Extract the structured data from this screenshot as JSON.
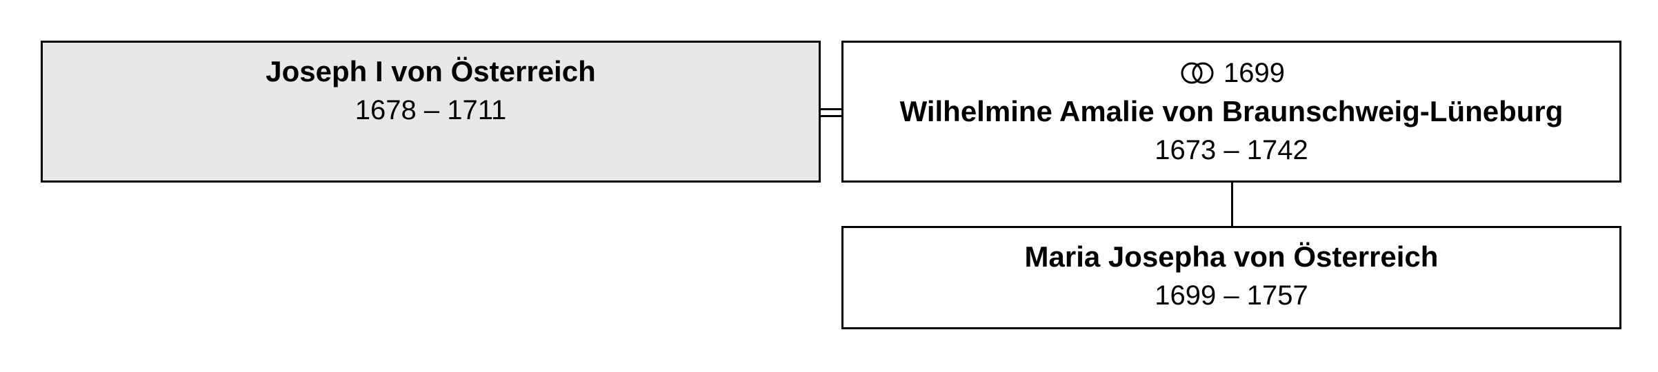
{
  "diagram": {
    "root": {
      "name": "Joseph I von Österreich",
      "dates": "1678 – 1711"
    },
    "spouse": {
      "marriage_icon": "wedding-rings-icon",
      "marriage_year": "1699",
      "name": "Wilhelmine Amalie von Braunschweig-Lüneburg",
      "dates": "1673 – 1742"
    },
    "child": {
      "name": "Maria Josepha von Österreich",
      "dates": "1699 – 1757"
    },
    "colors": {
      "root_fill": "#e8e8e8",
      "box_fill": "#ffffff",
      "border": "#000000"
    }
  }
}
